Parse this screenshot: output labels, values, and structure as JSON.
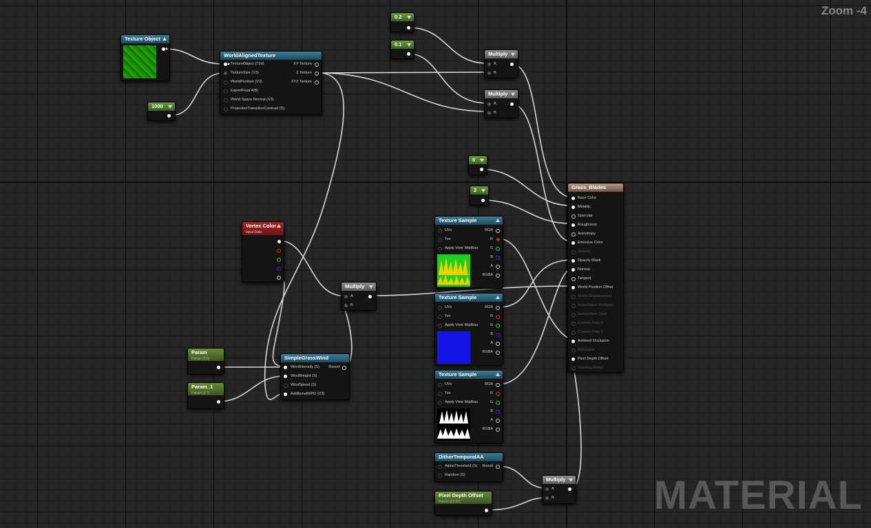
{
  "graph": {
    "zoom_label": "Zoom -4",
    "watermark": "MATERIAL"
  },
  "nodes": {
    "texture_object": {
      "title": "Texture Object"
    },
    "world_aligned_texture": {
      "title": "WorldAlignedTexture",
      "inputs": [
        "TextureObject (T2d)",
        "TextureSize (V3)",
        "WorldPosition (V3)",
        "ExportFloat 4(B)",
        "World Space Normal (V3)",
        "ProjectionTransitionContrast (S)"
      ],
      "outputs": [
        "XY Texture",
        "Z Texture",
        "XYZ Texture"
      ]
    },
    "const_1000": {
      "value": "1000"
    },
    "const_02": {
      "value": "0.2"
    },
    "const_01": {
      "value": "0.1"
    },
    "const_0": {
      "value": "0"
    },
    "const_2": {
      "value": "2"
    },
    "multiply_top": {
      "title": "Multiply",
      "inputs": [
        "A",
        "B"
      ]
    },
    "multiply_mid": {
      "title": "Multiply",
      "inputs": [
        "A",
        "B"
      ]
    },
    "multiply_center": {
      "title": "Multiply",
      "inputs": [
        "A",
        "B"
      ]
    },
    "multiply_bottom": {
      "title": "Multiply",
      "inputs": [
        "A",
        "B"
      ]
    },
    "vertex_color": {
      "title": "Vertex Color",
      "subtitle": "Input Data"
    },
    "param": {
      "title": "Param",
      "subtitle": "Param (0.5)"
    },
    "param_1": {
      "title": "Param_1",
      "subtitle": "Param (0.7)"
    },
    "simple_grass_wind": {
      "title": "SimpleGrassWind",
      "inputs": [
        "WindIntensity (S)",
        "WindWeight (S)",
        "WindSpeed (S)",
        "AdditionalWPO (V3)"
      ],
      "output": "Result"
    },
    "texture_sample_1": {
      "title": "Texture Sample"
    },
    "texture_sample_2": {
      "title": "Texture Sample"
    },
    "texture_sample_3": {
      "title": "Texture Sample"
    },
    "texture_sample_pins": {
      "inputs": [
        "UVs",
        "Tex",
        "Apply View MipBias"
      ],
      "outputs": [
        "RGB",
        "R",
        "G",
        "B",
        "A",
        "RGBA"
      ]
    },
    "dither_temporal_aa": {
      "title": "DitherTemporalAA",
      "inputs": [
        "AlphaThreshold (S)",
        "Random (S)"
      ],
      "output": "Result"
    },
    "pixel_depth_offset": {
      "title": "Pixel Depth Offset",
      "subtitle": "Param (22.93)"
    },
    "grass_blades": {
      "title": "Grass_Blades",
      "pins": [
        "Base Color",
        "Metallic",
        "Specular",
        "Roughness",
        "Anisotropy",
        "Emissive Color",
        "Opacity",
        "Opacity Mask",
        "Normal",
        "Tangent",
        "World Position Offset",
        "World Displacement",
        "Tessellation Multiplier",
        "Subsurface Color",
        "Custom Data 0",
        "Custom Data 1",
        "Ambient Occlusion",
        "Refraction",
        "Pixel Depth Offset",
        "Shading Model"
      ]
    }
  }
}
